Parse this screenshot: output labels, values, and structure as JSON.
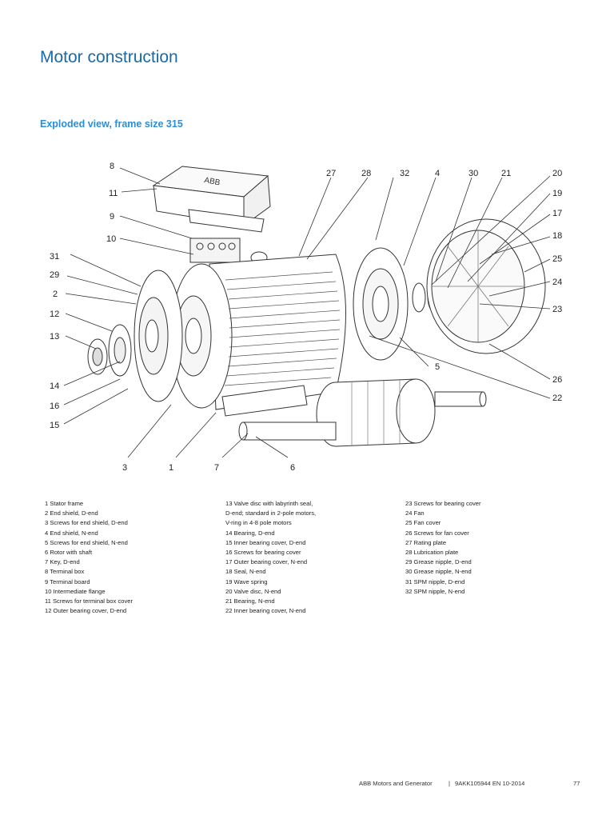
{
  "page": {
    "title": "Motor construction",
    "subtitle": "Exploded view, frame size 315"
  },
  "figure": {
    "nameplate_logo": "ABB",
    "callouts": [
      "8",
      "11",
      "9",
      "10",
      "31",
      "29",
      "2",
      "12",
      "13",
      "14",
      "16",
      "15",
      "3",
      "1",
      "7",
      "6",
      "27",
      "28",
      "32",
      "4",
      "30",
      "21",
      "20",
      "19",
      "17",
      "18",
      "25",
      "24",
      "23",
      "5",
      "26",
      "22"
    ]
  },
  "legend": {
    "col1": [
      "1 Stator frame",
      "2 End shield, D-end",
      "3 Screws for end shield, D-end",
      "4 End shield, N-end",
      "5 Screws for end shield, N-end",
      "6 Rotor with shaft",
      "7 Key, D-end",
      "8 Terminal box",
      "9 Terminal board",
      "10 Intermediate flange",
      "11 Screws for terminal box cover",
      "12 Outer bearing cover, D-end"
    ],
    "col2": [
      "13 Valve disc with labyrinth seal,",
      "D-end; standard in 2-pole motors,",
      "V-ring in 4-8 pole motors",
      "14 Bearing, D-end",
      "15 Inner bearing cover, D-end",
      "16 Screws for bearing cover",
      "17 Outer bearing cover, N-end",
      "18 Seal, N-end",
      "19 Wave spring",
      "20 Valve disc, N-end",
      "21 Bearing, N-end",
      "22 Inner bearing cover, N-end"
    ],
    "col3": [
      "23 Screws for bearing cover",
      "24 Fan",
      "25 Fan cover",
      "26 Screws for fan cover",
      "27 Rating plate",
      "28 Lubrication plate",
      "29 Grease nipple, D-end",
      "30 Grease nipple, N-end",
      "31 SPM nipple, D-end",
      "32 SPM nipple, N-end"
    ]
  },
  "footer": {
    "doc": "ABB Motors and Generator",
    "separator": "|",
    "code": "9AKK105944 EN 10-2014",
    "page_number": "77"
  }
}
